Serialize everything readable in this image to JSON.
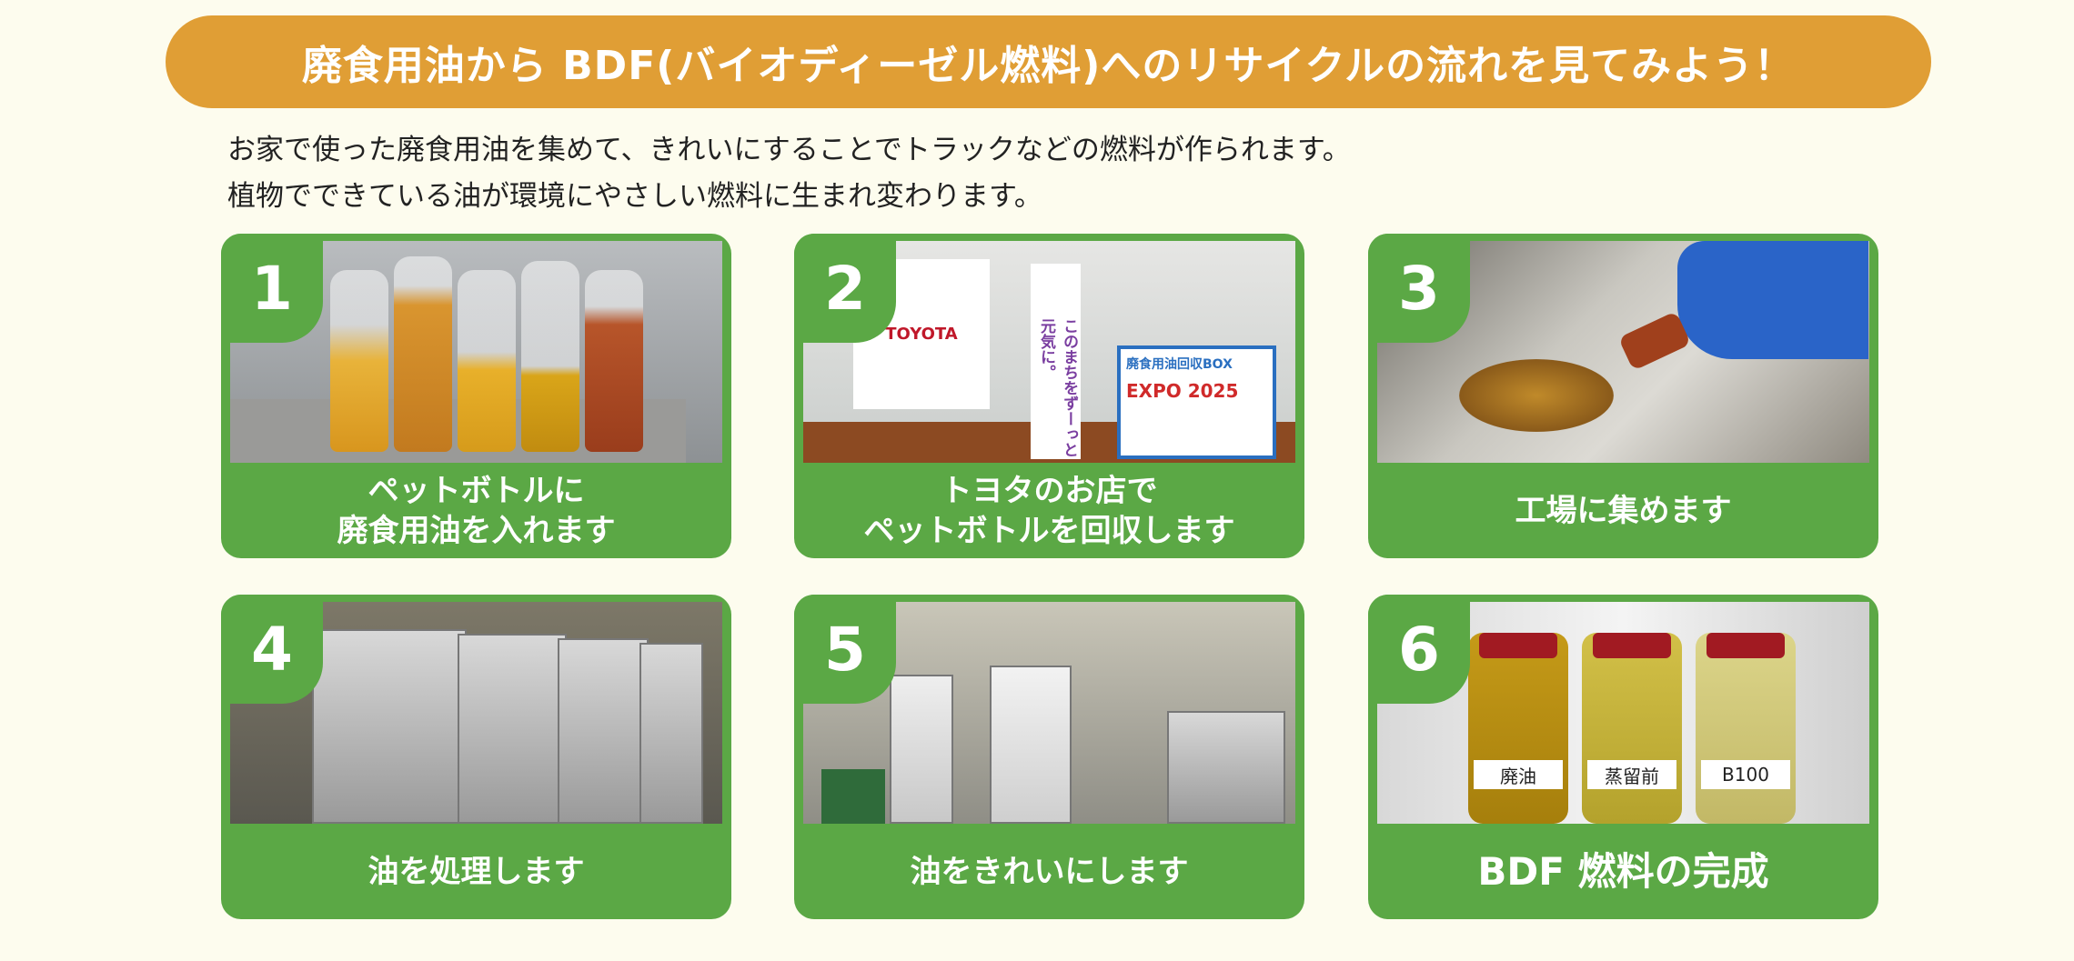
{
  "header": {
    "title": "廃食用油から BDF(バイオディーゼル燃料)へのリサイクルの流れを見てみよう！"
  },
  "intro": {
    "line1": "お家で使った廃食用油を集めて、きれいにすることでトラックなどの燃料が作られます。",
    "line2": "植物でできている油が環境にやさしい燃料に生まれ変わります。"
  },
  "steps": [
    {
      "number": "1",
      "caption": [
        "ペットボトルに",
        "廃食用油を入れます"
      ]
    },
    {
      "number": "2",
      "caption": [
        "トヨタのお店で",
        "ペットボトルを回収します"
      ],
      "photo_text": {
        "logo": "TOYOTA",
        "banner": "このまちをずーっと元気に。",
        "box": "廃食用油回収BOX",
        "expo": "EXPO 2025"
      }
    },
    {
      "number": "3",
      "caption": [
        "工場に集めます"
      ]
    },
    {
      "number": "4",
      "caption": [
        "油を処理します"
      ]
    },
    {
      "number": "5",
      "caption": [
        "油をきれいにします"
      ]
    },
    {
      "number": "6",
      "caption": [
        "BDF 燃料の完成"
      ],
      "photo_text": {
        "labels": [
          "廃油",
          "蒸留前",
          "B100"
        ]
      }
    }
  ],
  "colors": {
    "background": "#fdfcee",
    "banner": "#e09e35",
    "card": "#5ba845"
  }
}
